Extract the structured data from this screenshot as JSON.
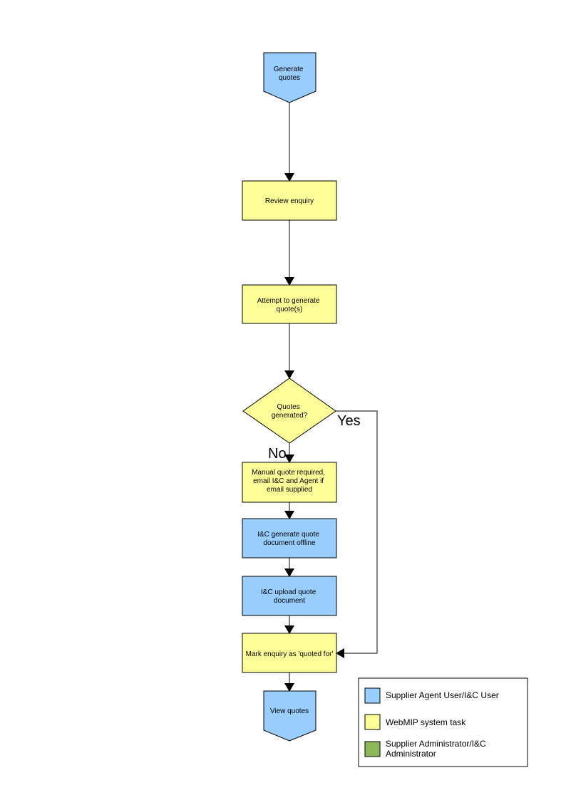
{
  "nodes": {
    "start": {
      "lines": [
        "Generate",
        "quotes"
      ]
    },
    "review": {
      "lines": [
        "Review enquiry"
      ]
    },
    "attempt": {
      "lines": [
        "Attempt to generate",
        "quote(s)"
      ]
    },
    "decision": {
      "lines": [
        "Quotes",
        "generated?"
      ]
    },
    "manual": {
      "lines": [
        "Manual quote required,",
        "email I&C and Agent if",
        "email supplied"
      ]
    },
    "offline": {
      "lines": [
        "I&C generate quote",
        "document offline"
      ]
    },
    "upload": {
      "lines": [
        "I&C upload quote",
        "document"
      ]
    },
    "mark": {
      "lines": [
        "Mark enquiry as 'quoted for'"
      ]
    },
    "end": {
      "lines": [
        "View quotes"
      ]
    }
  },
  "branches": {
    "yes": "Yes",
    "no": "No"
  },
  "legend": [
    {
      "label_lines": [
        "Supplier Agent User/I&C User"
      ],
      "color": "#99ccff"
    },
    {
      "label_lines": [
        "WebMIP system task"
      ],
      "color": "#ffff99"
    },
    {
      "label_lines": [
        "Supplier Administrator/I&C",
        "Administrator"
      ],
      "color": "#8db85a"
    }
  ],
  "colors": {
    "user_task": "#99ccff",
    "system_task": "#ffff99",
    "admin_task": "#8db85a"
  }
}
